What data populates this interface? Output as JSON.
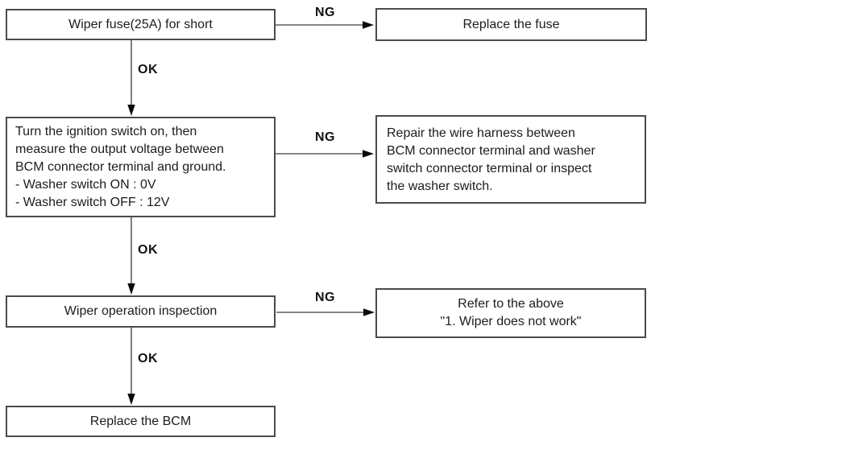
{
  "flowchart": {
    "nodes": [
      {
        "id": "wiper-fuse-check",
        "text": "Wiper fuse(25A) for short"
      },
      {
        "id": "replace-fuse",
        "text": "Replace the fuse"
      },
      {
        "id": "ignition-voltage-check",
        "text": "Turn the ignition switch on, then\nmeasure the output voltage between\nBCM connector terminal and ground.\n- Washer switch ON : 0V\n- Washer switch OFF : 12V"
      },
      {
        "id": "repair-harness",
        "text": "Repair the wire harness between\nBCM connector terminal and washer\nswitch connector terminal or inspect\nthe washer switch."
      },
      {
        "id": "wiper-operation-inspection",
        "text": "Wiper operation inspection"
      },
      {
        "id": "refer-above",
        "text": "Refer to the above\n\"1. Wiper does not work\""
      },
      {
        "id": "replace-bcm",
        "text": "Replace the BCM"
      }
    ],
    "edges": [
      {
        "from": "wiper-fuse-check",
        "to": "replace-fuse",
        "label": "NG"
      },
      {
        "from": "wiper-fuse-check",
        "to": "ignition-voltage-check",
        "label": "OK"
      },
      {
        "from": "ignition-voltage-check",
        "to": "repair-harness",
        "label": "NG"
      },
      {
        "from": "ignition-voltage-check",
        "to": "wiper-operation-inspection",
        "label": "OK"
      },
      {
        "from": "wiper-operation-inspection",
        "to": "refer-above",
        "label": "NG"
      },
      {
        "from": "wiper-operation-inspection",
        "to": "replace-bcm",
        "label": "OK"
      }
    ],
    "colors": {
      "box_border": "#4b4b4b",
      "connector_line": "#5f5f5f",
      "arrowhead": "#0a0a0a",
      "text": "#1c1c1c",
      "background": "#ffffff"
    }
  }
}
